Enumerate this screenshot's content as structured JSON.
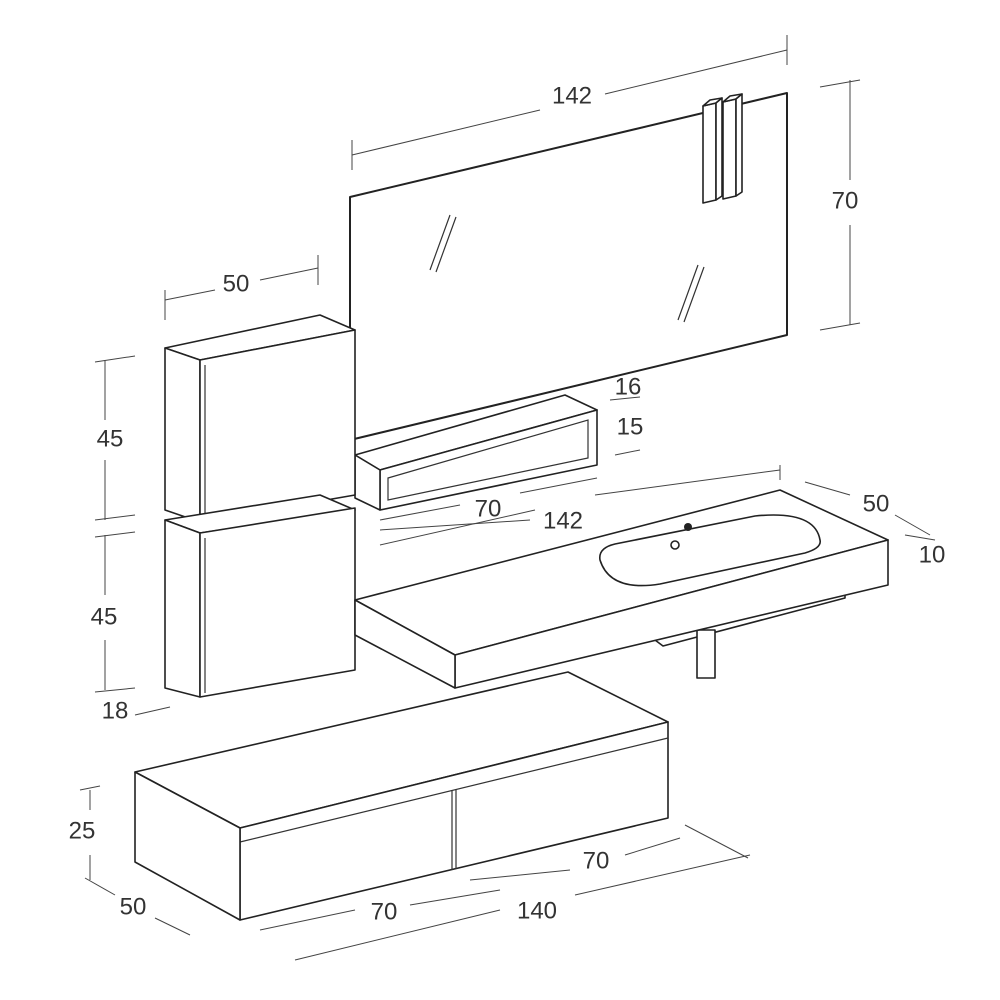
{
  "dimensions": {
    "mirror_width": "142",
    "mirror_height": "70",
    "wall_cabinet_width": "50",
    "upper_cabinet_height": "45",
    "lower_cabinet_height": "45",
    "cabinet_depth": "18",
    "shelf_depth": "16",
    "shelf_height": "15",
    "shelf_width": "70",
    "countertop_width": "142",
    "countertop_depth": "50",
    "countertop_thickness": "10",
    "base_unit_height": "25",
    "base_unit_depth": "50",
    "drawer_left_width": "70",
    "base_unit_width": "140",
    "drawer_right_width": "70"
  }
}
